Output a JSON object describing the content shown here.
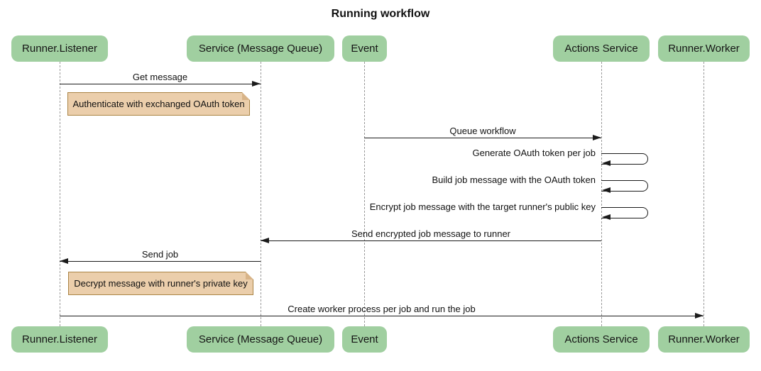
{
  "title": "Running workflow",
  "diagram_type": "sequence",
  "colors": {
    "background": "#ffffff",
    "actor_fill": "#A0CFA0",
    "actor_text": "#151515",
    "note_fill": "#EBCEAB",
    "note_border": "#AA8444",
    "message_line": "#1b1b1b",
    "lifeline": "#999999"
  },
  "actors": [
    {
      "label": "Runner.Listener"
    },
    {
      "label": "Service (Message Queue)"
    },
    {
      "label": "Event"
    },
    {
      "label": "Actions Service"
    },
    {
      "label": "Runner.Worker"
    }
  ],
  "messages": [
    {
      "from": "Runner.Listener",
      "to": "Service (Message Queue)",
      "label": "Get message",
      "type": "arrow-right"
    },
    {
      "from": "Event",
      "to": "Actions Service",
      "label": "Queue workflow",
      "type": "arrow-right"
    },
    {
      "from": "Actions Service",
      "to": "Actions Service",
      "label": "Generate OAuth token per job",
      "type": "self"
    },
    {
      "from": "Actions Service",
      "to": "Actions Service",
      "label": "Build job message with the OAuth token",
      "type": "self"
    },
    {
      "from": "Actions Service",
      "to": "Actions Service",
      "label": "Encrypt job message with the target runner's public key",
      "type": "self"
    },
    {
      "from": "Actions Service",
      "to": "Service (Message Queue)",
      "label": "Send encrypted job message to runner",
      "type": "arrow-left"
    },
    {
      "from": "Service (Message Queue)",
      "to": "Runner.Listener",
      "label": "Send job",
      "type": "arrow-left"
    },
    {
      "from": "Runner.Listener",
      "to": "Runner.Worker",
      "label": "Create worker process per job and run the job",
      "type": "arrow-right"
    }
  ],
  "notes": [
    {
      "label": "Authenticate with exchanged OAuth token",
      "position": "right of Runner.Listener"
    },
    {
      "label": "Decrypt message with runner's private key",
      "position": "right of Runner.Listener"
    }
  ]
}
